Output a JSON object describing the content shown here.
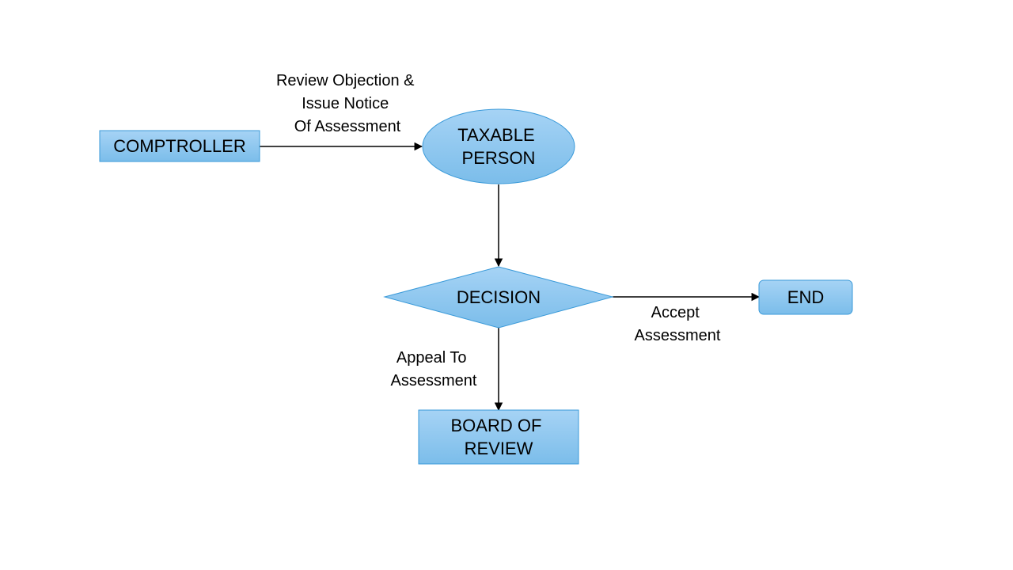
{
  "diagram": {
    "nodes": {
      "comptroller": {
        "label": "COMPTROLLER",
        "shape": "rectangle"
      },
      "taxable_person": {
        "lines": [
          "TAXABLE",
          "PERSON"
        ],
        "shape": "ellipse"
      },
      "decision": {
        "label": "DECISION",
        "shape": "diamond"
      },
      "end": {
        "label": "END",
        "shape": "rounded-rectangle"
      },
      "board_of_review": {
        "lines": [
          "BOARD OF",
          "REVIEW"
        ],
        "shape": "rectangle"
      }
    },
    "edges": {
      "comptroller_to_taxable": {
        "from": "COMPTROLLER",
        "to": "TAXABLE PERSON",
        "label_lines": [
          "Review Objection &",
          "Issue Notice",
          "Of Assessment"
        ]
      },
      "taxable_to_decision": {
        "from": "TAXABLE PERSON",
        "to": "DECISION"
      },
      "decision_to_end": {
        "from": "DECISION",
        "to": "END",
        "label_lines": [
          "Accept",
          "Assessment"
        ]
      },
      "decision_to_board": {
        "from": "DECISION",
        "to": "BOARD OF REVIEW",
        "label_lines": [
          "Appeal To",
          "Assessment"
        ]
      }
    },
    "colors": {
      "fill_top": "#a6d3f5",
      "fill_bottom": "#7bbdea",
      "stroke": "#3a9ad9",
      "arrow": "#000000",
      "text": "#000000",
      "background": "#ffffff"
    }
  }
}
